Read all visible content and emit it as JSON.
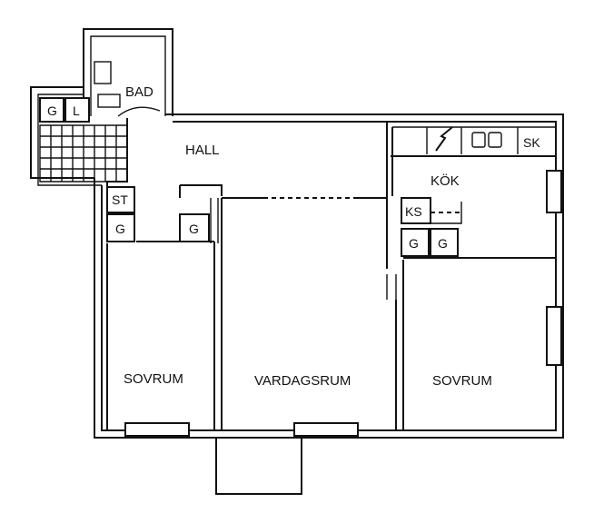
{
  "rooms": {
    "bad": "BAD",
    "hall": "HALL",
    "kok": "KÖK",
    "sovrum_left": "SOVRUM",
    "vardagsrum": "VARDAGSRUM",
    "sovrum_right": "SOVRUM"
  },
  "fixtures": {
    "g_top": "G",
    "l_top": "L",
    "st": "ST",
    "g_hall_1": "G",
    "g_hall_2": "G",
    "sk": "SK",
    "ks": "KS",
    "g_kitchen_1": "G",
    "g_kitchen_2": "G"
  }
}
